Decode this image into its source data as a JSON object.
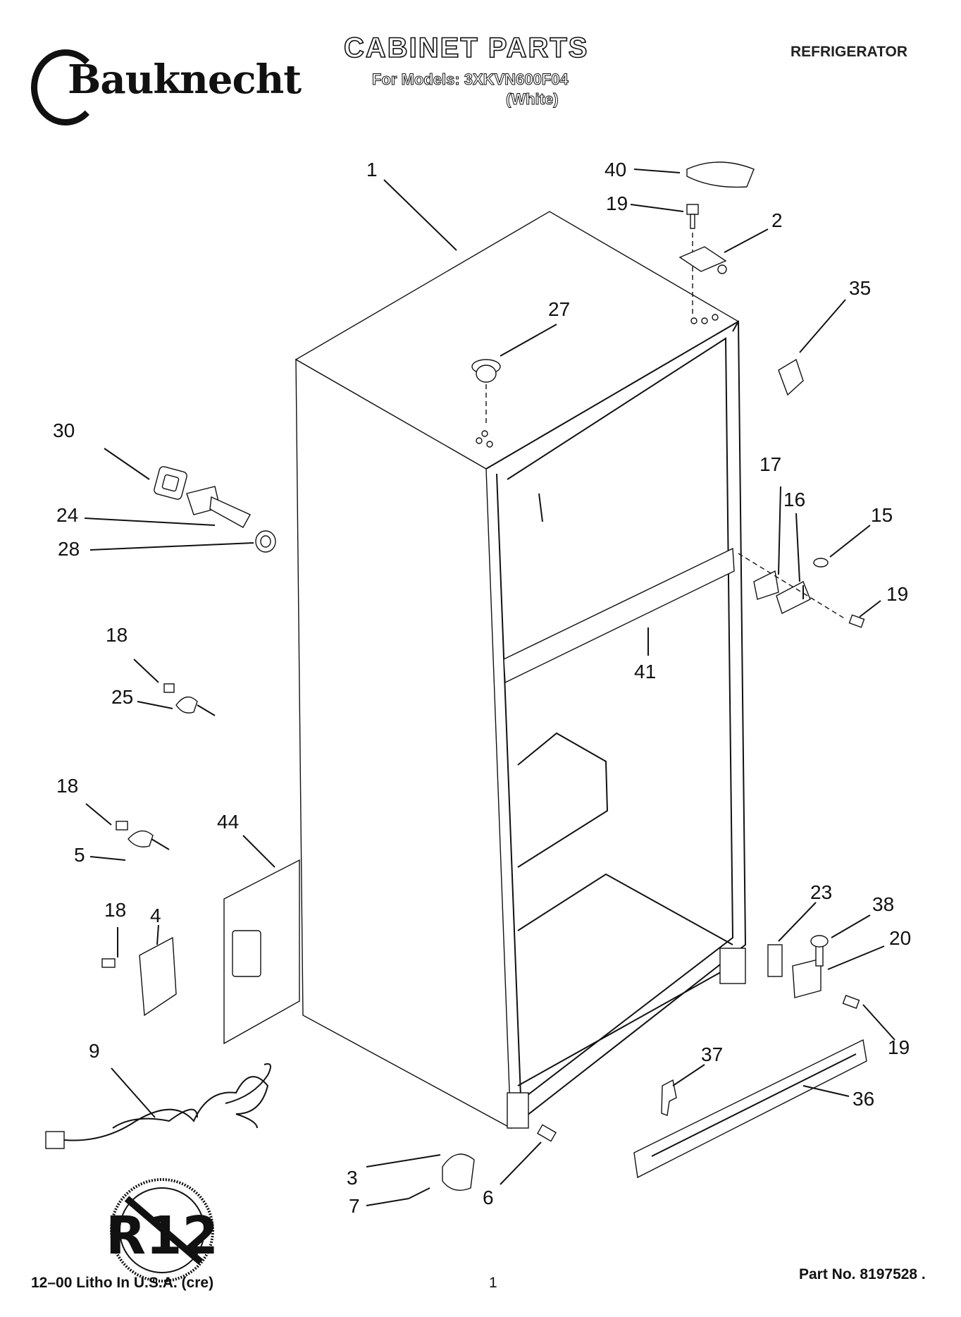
{
  "header": {
    "brand": "Bauknecht",
    "title": "CABINET PARTS",
    "models_line": "For Models: 3XKVN600F04",
    "color_note": "(White)",
    "category": "REFRIGERATOR"
  },
  "footer": {
    "print_info": "12–00 Litho In U.S.A. (cre)",
    "page_number": "1",
    "part_number": "Part No. 8197528 ."
  },
  "stamp": {
    "text": "R12"
  },
  "callouts": [
    {
      "id": "1",
      "label": "1"
    },
    {
      "id": "2",
      "label": "2"
    },
    {
      "id": "3",
      "label": "3"
    },
    {
      "id": "4",
      "label": "4"
    },
    {
      "id": "5",
      "label": "5"
    },
    {
      "id": "6",
      "label": "6"
    },
    {
      "id": "7",
      "label": "7"
    },
    {
      "id": "9",
      "label": "9"
    },
    {
      "id": "15",
      "label": "15"
    },
    {
      "id": "16",
      "label": "16"
    },
    {
      "id": "17",
      "label": "17"
    },
    {
      "id": "18a",
      "label": "18"
    },
    {
      "id": "18b",
      "label": "18"
    },
    {
      "id": "18c",
      "label": "18"
    },
    {
      "id": "19a",
      "label": "19"
    },
    {
      "id": "19b",
      "label": "19"
    },
    {
      "id": "19c",
      "label": "19"
    },
    {
      "id": "20",
      "label": "20"
    },
    {
      "id": "23",
      "label": "23"
    },
    {
      "id": "24",
      "label": "24"
    },
    {
      "id": "25",
      "label": "25"
    },
    {
      "id": "27",
      "label": "27"
    },
    {
      "id": "28",
      "label": "28"
    },
    {
      "id": "30",
      "label": "30"
    },
    {
      "id": "35",
      "label": "35"
    },
    {
      "id": "36",
      "label": "36"
    },
    {
      "id": "37",
      "label": "37"
    },
    {
      "id": "38",
      "label": "38"
    },
    {
      "id": "40",
      "label": "40"
    },
    {
      "id": "41",
      "label": "41"
    },
    {
      "id": "44",
      "label": "44"
    }
  ]
}
